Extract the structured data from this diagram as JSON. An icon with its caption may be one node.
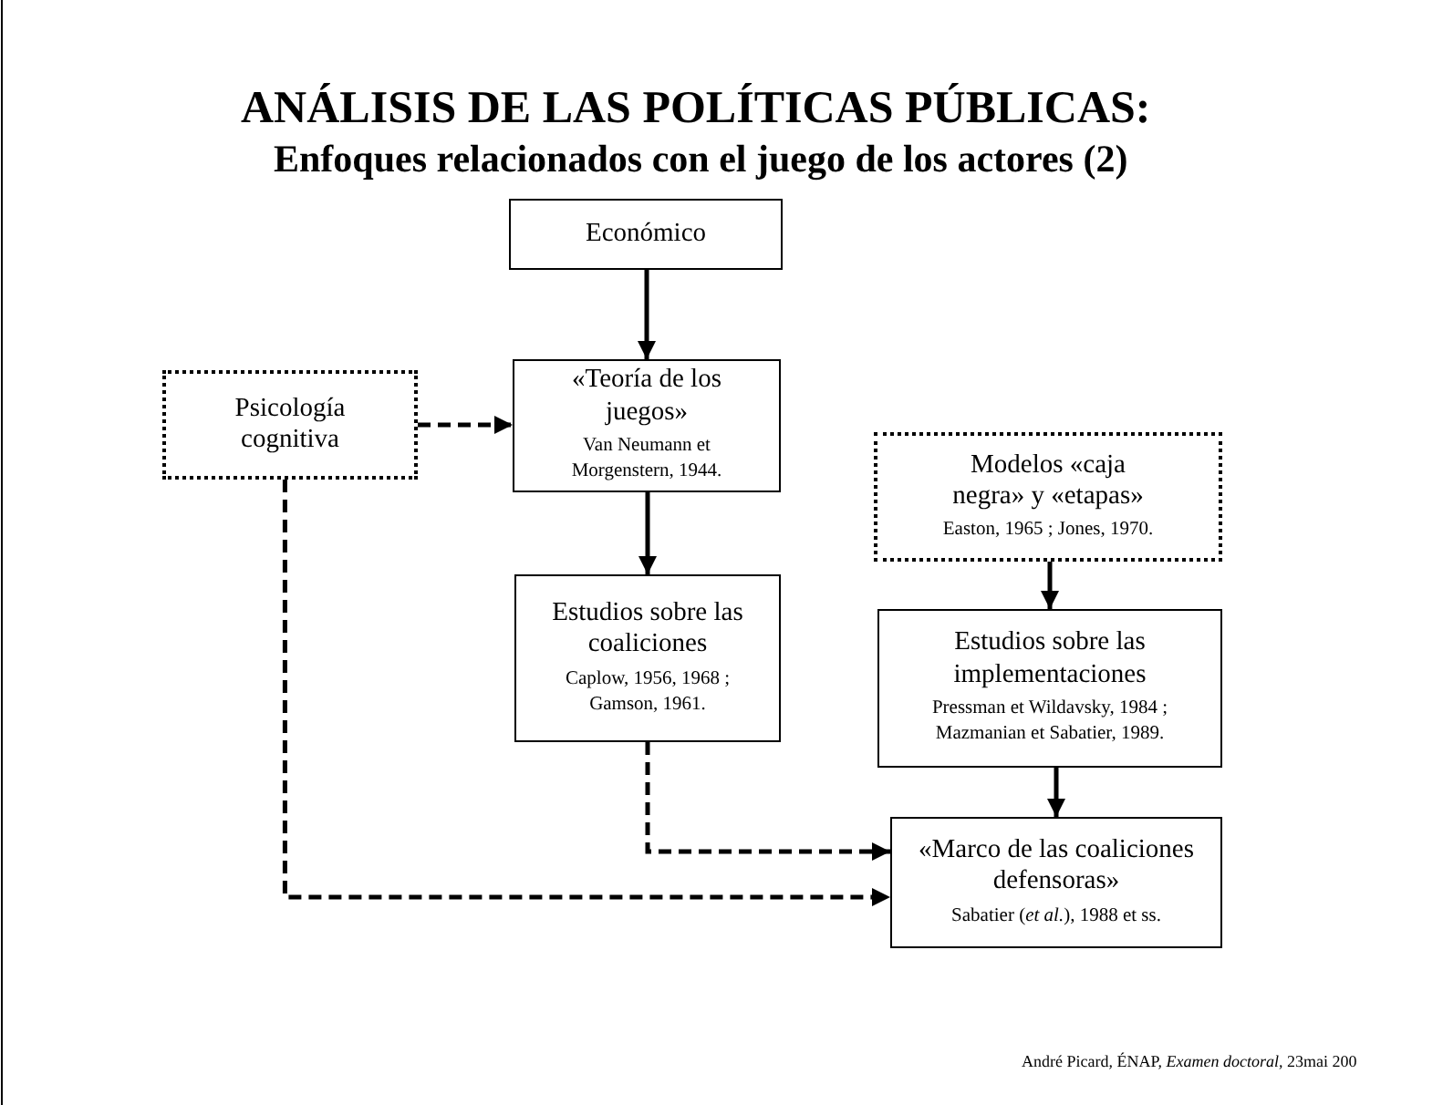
{
  "diagram": {
    "title": "ANÁLISIS DE LAS POLÍTICAS PÚBLICAS:",
    "nodes": [
      {
        "text": [
          "Económico"
        ]
      },
      {
        "text": [
          "«Teoría de los juegos»",
          "Van Neumann et Morgenstern, 1944."
        ]
      },
      {
        "text": [
          "Psicología cognitiva"
        ]
      },
      {
        "text": [
          "Estudios sobre las coaliciones",
          "Caplow, 1956, 1968 ; Gamson, 1961."
        ]
      },
      {
        "text": [
          "Modelos «caja negra» y «etapas»",
          "Easton, 1965 ; Jones, 1970."
        ]
      },
      {
        "text": [
          "Estudios sobre las implementaciones",
          "Pressman et Wildavsky, 1984 ; Mazmanian et Sabatier, 1989."
        ]
      },
      {
        "text": [
          "«Marco de las coaliciones defensoras»",
          "Sabatier (*et al.*), 1988 et ss."
        ]
      }
    ],
    "edges": [
      {
        "from": 0,
        "to": 1,
        "arrow": "to"
      },
      {
        "from": 2,
        "to": 1,
        "arrow": "to",
        "style": "dashed"
      },
      {
        "from": 1,
        "to": 3,
        "arrow": "to"
      },
      {
        "from": 4,
        "to": 5,
        "arrow": "to"
      },
      {
        "from": 5,
        "to": 6,
        "arrow": "to"
      },
      {
        "from": 3,
        "to": 6,
        "arrow": "to",
        "style": "dashed"
      },
      {
        "from": 2,
        "to": 6,
        "arrow": "to",
        "style": "dashed"
      }
    ],
    "labels": [
      "Enfoques relacionados con el juego de los actores (2)",
      "André Picard, ÉNAP, *Examen doctoral*, 23mai 200"
    ]
  }
}
